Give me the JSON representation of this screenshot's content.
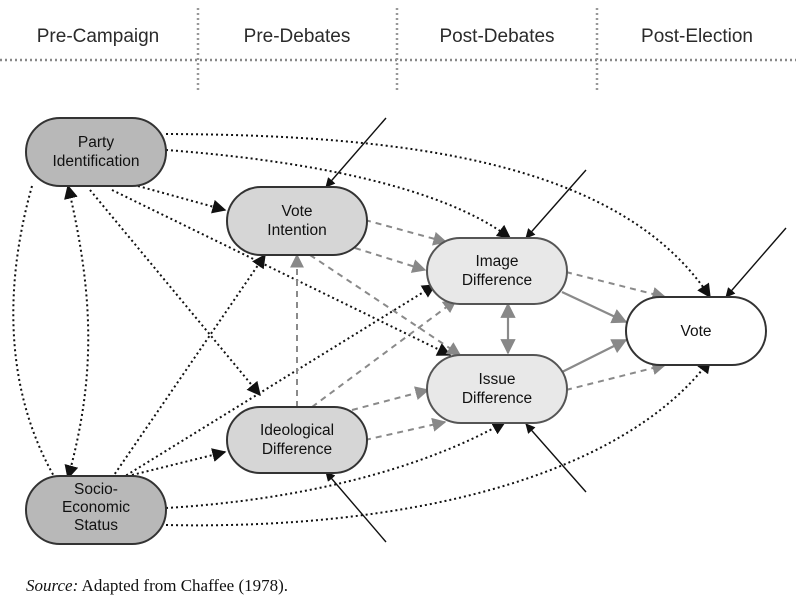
{
  "phases": [
    "Pre-Campaign",
    "Pre-Debates",
    "Post-Debates",
    "Post-Election"
  ],
  "nodes": {
    "party": [
      "Party",
      "Identification"
    ],
    "vote_intention": [
      "Vote",
      "Intention"
    ],
    "image": [
      "Image",
      "Difference"
    ],
    "issue": [
      "Issue",
      "Difference"
    ],
    "ideological": [
      "Ideological",
      "Difference"
    ],
    "ses": [
      "Socio-",
      "Economic",
      "Status"
    ],
    "vote": [
      "Vote"
    ]
  },
  "colors": {
    "dark_node": "#b8b8b8",
    "mid_node": "#d6d6d6",
    "light_node": "#e8e8e8",
    "vote_node": "#ffffff"
  },
  "source": {
    "label": "Source:",
    "text": " Adapted from Chaffee (1978)."
  }
}
